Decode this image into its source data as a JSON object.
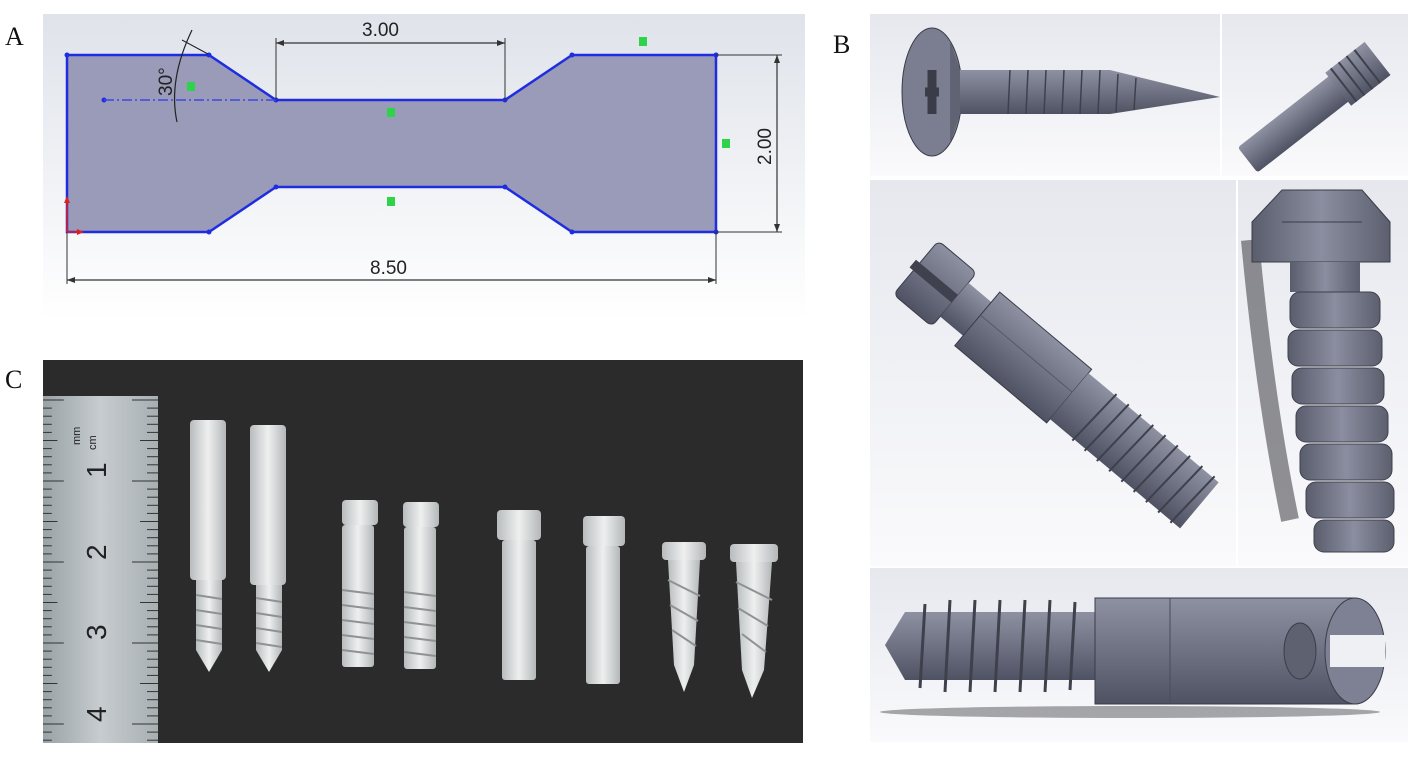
{
  "panels": {
    "a": {
      "label": "A",
      "dimensions": {
        "neck_length": "3.00",
        "total_length": "8.50",
        "height": "2.00",
        "angle": "30°"
      }
    },
    "b": {
      "label": "B"
    },
    "c": {
      "label": "C",
      "ruler": {
        "unit_cm": "cm",
        "unit_mm": "mm",
        "numbers": [
          "1",
          "2",
          "3",
          "4"
        ]
      }
    }
  },
  "colors": {
    "sketch_line": "#1f2de0",
    "sketch_fill": "#9a9bb8",
    "constraint": "#2fd34a",
    "cad_metal": "#6f7384",
    "photo_bg": "#2c2b2c"
  }
}
